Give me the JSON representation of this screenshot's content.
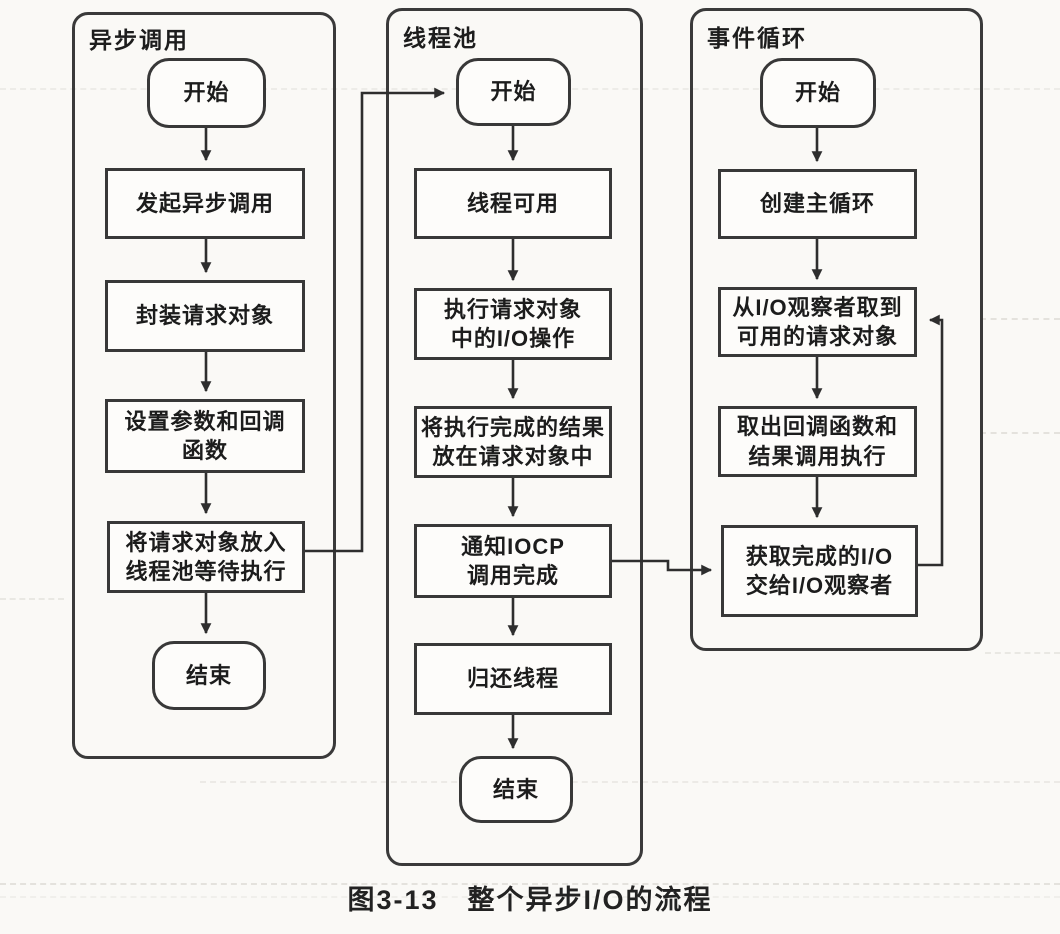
{
  "colors": {
    "ink": "#3a3a3a",
    "paper": "#faf9f6",
    "node_fill": "#fdfcfa",
    "text": "#1c1c1c",
    "artifact": "#dfddd8"
  },
  "caption": "图3-13　整个异步I/O的流程",
  "columns": [
    {
      "title": "异步调用",
      "nodes": [
        {
          "label": "开始"
        },
        {
          "label": "发起异步调用"
        },
        {
          "label": "封装请求对象"
        },
        {
          "label": "设置参数和回调\n函数"
        },
        {
          "label": "将请求对象放入\n线程池等待执行"
        },
        {
          "label": "结束"
        }
      ]
    },
    {
      "title": "线程池",
      "nodes": [
        {
          "label": "开始"
        },
        {
          "label": "线程可用"
        },
        {
          "label": "执行请求对象\n中的I/O操作"
        },
        {
          "label": "将执行完成的结果\n放在请求对象中"
        },
        {
          "label": "通知IOCP\n调用完成"
        },
        {
          "label": "归还线程"
        },
        {
          "label": "结束"
        }
      ]
    },
    {
      "title": "事件循环",
      "nodes": [
        {
          "label": "开始"
        },
        {
          "label": "创建主循环"
        },
        {
          "label": "从I/O观察者取到\n可用的请求对象"
        },
        {
          "label": "取出回调函数和\n结果调用执行"
        },
        {
          "label": "获取完成的I/O\n交给I/O观察者"
        }
      ]
    }
  ]
}
